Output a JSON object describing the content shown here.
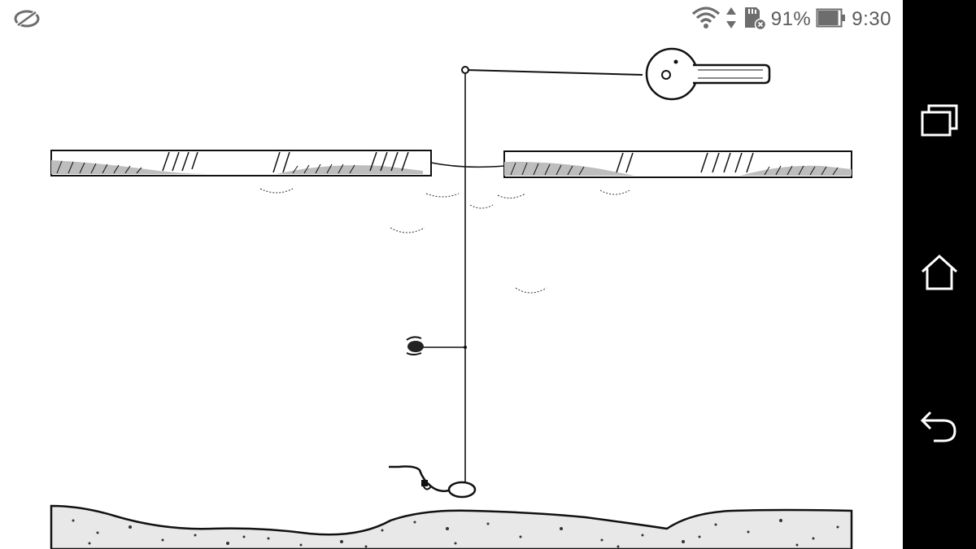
{
  "status_bar": {
    "app_icon": "notification-app-icon",
    "wifi_icon": "wifi-icon",
    "data_icon": "data-transfer-icon",
    "sd_icon": "sd-card-error-icon",
    "battery_percent": "91%",
    "battery_level": 0.91,
    "time": "9:30"
  },
  "nav_bar": {
    "recents": "recent-apps-icon",
    "home": "home-icon",
    "back": "back-icon"
  },
  "image_viewer": {
    "content": "ice-fishing-rig-illustration"
  }
}
